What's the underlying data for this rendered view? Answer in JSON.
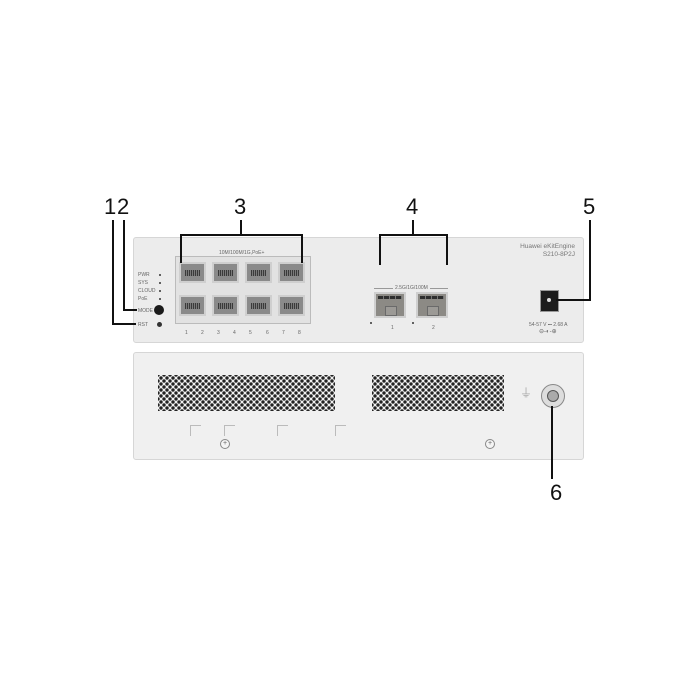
{
  "callouts": [
    "1",
    "2",
    "3",
    "4",
    "5",
    "6"
  ],
  "front_panel": {
    "brand": "Huawei eKitEngine",
    "model": "S210-8P2J",
    "leds": [
      "PWR",
      "SYS",
      "CLOUD",
      "PoE"
    ],
    "mode_label": "MODE",
    "rst_label": "RST",
    "rj45_group_label": "10M/100M/1G,PoE+",
    "rj45_port_numbers": [
      "1",
      "2",
      "3",
      "4",
      "5",
      "6",
      "7",
      "8"
    ],
    "sfp_group_label": "2.5G/1G/100M",
    "sfp_port_numbers": [
      "1",
      "2"
    ],
    "power_rating": "54-57 V ⎓ 2.68 A",
    "polarity_symbol": "⊖-◐-⊕"
  },
  "rear_panel": {
    "ground_symbol": "⏚"
  }
}
